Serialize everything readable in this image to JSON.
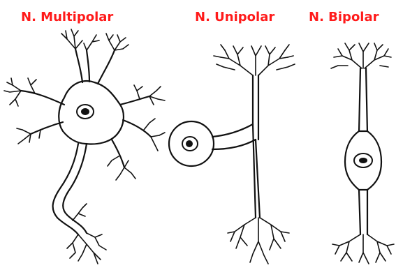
{
  "labels": {
    "multipolar": "N. Multipolar",
    "unipolar": "N. Unipolar",
    "bipolar": "N. Bipolar"
  },
  "colors": {
    "label": "#ff1a1a",
    "ink": "#111111",
    "background": "#ffffff"
  }
}
